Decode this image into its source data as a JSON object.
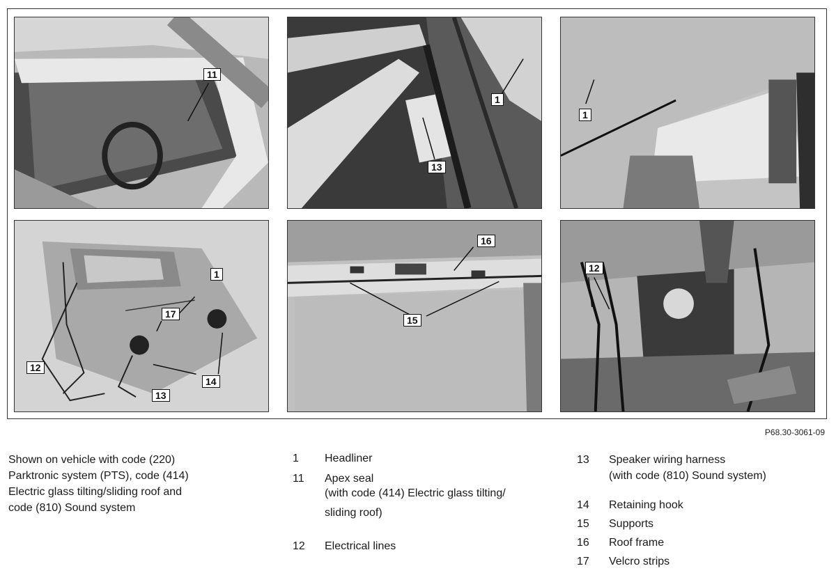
{
  "figure": {
    "code": "P68.30-3061-09",
    "panels": [
      {
        "callouts": [
          "11"
        ]
      },
      {
        "callouts": [
          "1",
          "13"
        ]
      },
      {
        "callouts": [
          "1"
        ]
      },
      {
        "callouts": [
          "1",
          "17",
          "12",
          "14",
          "13"
        ]
      },
      {
        "callouts": [
          "16",
          "15"
        ]
      },
      {
        "callouts": [
          "12"
        ]
      }
    ]
  },
  "caption": {
    "lines": [
      "Shown on vehicle with code  (220)",
      "Parktronic system (PTS), code (414)",
      "Electric glass tilting/sliding roof and",
      "code (810) Sound system"
    ]
  },
  "legend": {
    "col1": [
      {
        "num": "1",
        "text": "Headliner"
      },
      {
        "num": "11",
        "text": "Apex seal",
        "sub": [
          "(with code (414) Electric glass tilting/",
          "sliding roof)"
        ]
      },
      {
        "num": "12",
        "text": "Electrical lines"
      }
    ],
    "col2": [
      {
        "num": "13",
        "text": "Speaker wiring harness",
        "sub": [
          "(with code (810) Sound system)"
        ]
      },
      {
        "num": "14",
        "text": "Retaining hook"
      },
      {
        "num": "15",
        "text": "Supports"
      },
      {
        "num": "16",
        "text": "Roof frame"
      },
      {
        "num": "17",
        "text": "Velcro strips"
      }
    ]
  }
}
